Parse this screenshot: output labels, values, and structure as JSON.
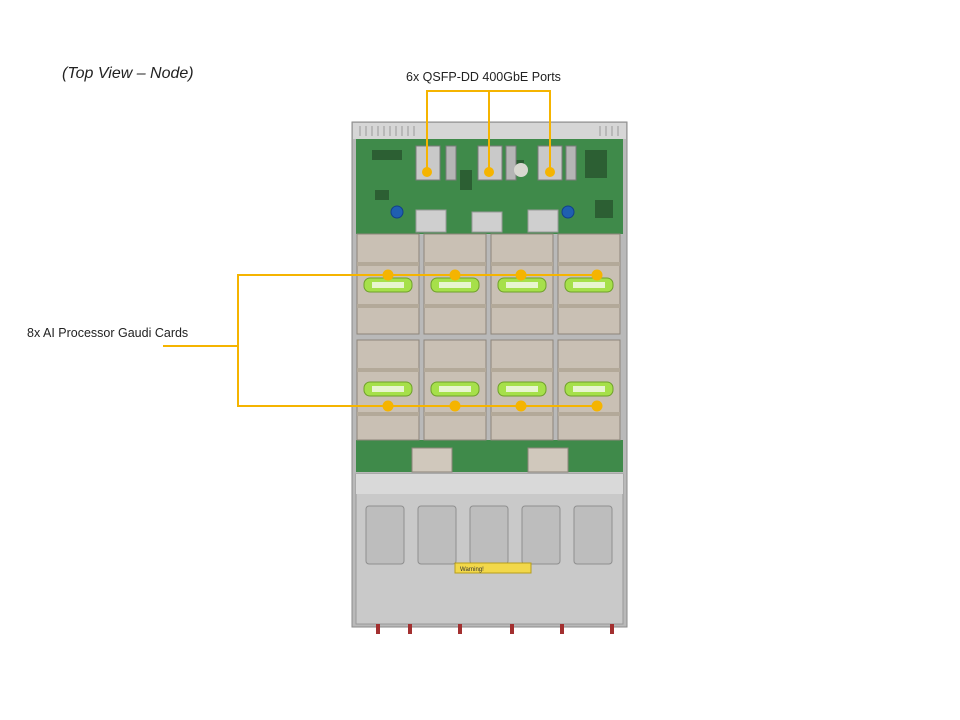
{
  "title": "(Top View – Node)",
  "callouts": {
    "ports": "6x QSFP-DD 400GbE Ports",
    "cards": "8x AI Processor Gaudi Cards"
  },
  "warning_label": "Warning!",
  "colors": {
    "callout": "#f5b400",
    "pcb": "#3f8a4a",
    "heatsink": "#c9c0b4",
    "chassis": "#c8c8c8",
    "gaudi_clip": "#a6e04a"
  }
}
